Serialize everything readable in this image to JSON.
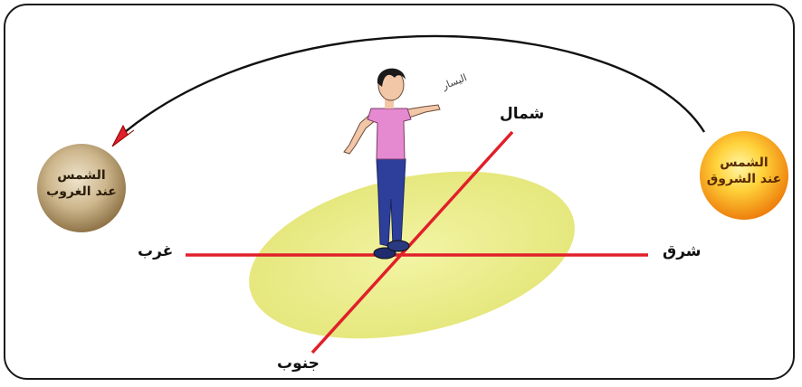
{
  "labels": {
    "north": "شمال",
    "south": "جنوب",
    "east": "شرق",
    "west": "غرب",
    "left": "اليسار"
  },
  "sunrise": {
    "line1": "الشمس",
    "line2": "عند الشروق"
  },
  "sunset": {
    "line1": "الشمس",
    "line2": "عند الغروب"
  },
  "colors": {
    "axis": "#e0202a",
    "ground": "#eef08a",
    "sunrise_core": "#ffe86a",
    "sunrise_edge": "#f28a10",
    "sunset_core": "#e6d7b8",
    "sunset_edge": "#a08456",
    "arc": "#111111",
    "shirt": "#e58ad0",
    "pants": "#2d3f9a"
  }
}
